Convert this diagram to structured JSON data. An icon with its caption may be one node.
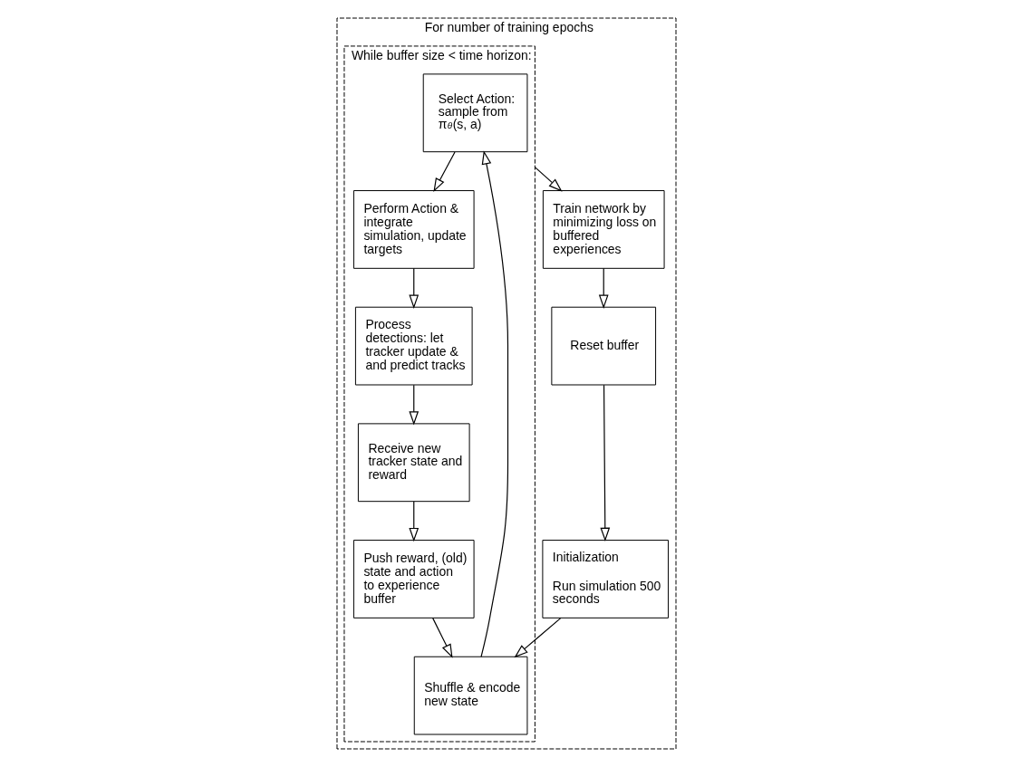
{
  "diagram": {
    "nodes": [
      {
        "text": [
          "For number of training epochs"
        ]
      },
      {
        "text": [
          "While buffer size < time horizon:"
        ],
        "in": 0
      },
      {
        "text": [
          "Select Action: sample from π$^{θ}$(s, a)"
        ],
        "in": 1
      },
      {
        "text": [
          "Perform Action & integrate simulation, update targets"
        ],
        "in": 1
      },
      {
        "text": [
          "Process detections: let tracker update & and predict tracks"
        ],
        "in": 1
      },
      {
        "text": [
          "Shuffle & encode new state"
        ],
        "in": 1
      },
      {
        "text": [
          "Push reward, (old) state and action to experience buffer"
        ],
        "in": 1
      },
      {
        "text": [
          "Receive new tracker state and reward"
        ],
        "in": 1
      },
      {
        "text": [
          "Initialization",
          "Run simulation 500 seconds"
        ],
        "in": 0
      },
      {
        "text": [
          "Reset buffer"
        ],
        "in": 0
      },
      {
        "text": [
          "Train network by minimizing loss on buffered experiences"
        ],
        "in": 0
      }
    ],
    "edges": [
      {
        "from": 2,
        "to": 3,
        "arrow": "to"
      },
      {
        "from": 3,
        "to": 4,
        "arrow": "to"
      },
      {
        "from": 4,
        "to": 7,
        "arrow": "to"
      },
      {
        "from": 7,
        "to": 6,
        "arrow": "to"
      },
      {
        "from": 6,
        "to": 5,
        "arrow": "to"
      },
      {
        "from": 5,
        "to": 2,
        "arrow": "to"
      },
      {
        "from": 8,
        "to": 5,
        "arrow": "to"
      },
      {
        "from": 1,
        "to": 10,
        "arrow": "to"
      },
      {
        "from": 10,
        "to": 9,
        "arrow": "to"
      },
      {
        "from": 9,
        "to": 8,
        "arrow": "to"
      }
    ]
  }
}
